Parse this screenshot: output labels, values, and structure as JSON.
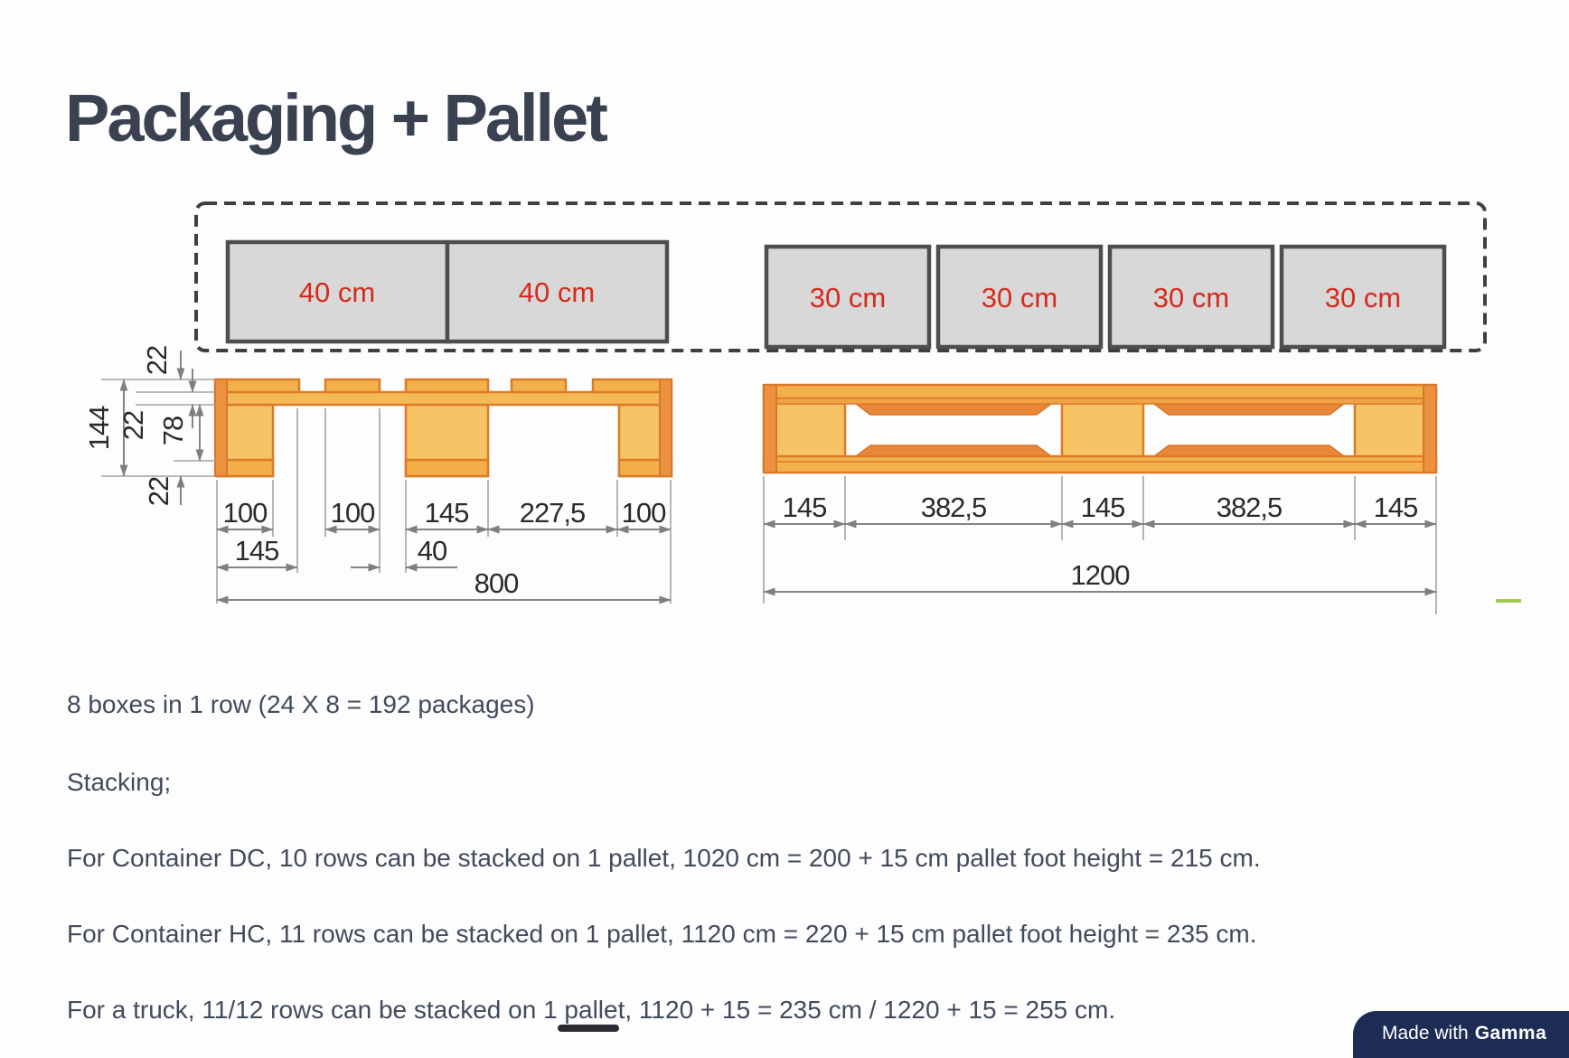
{
  "page": {
    "title": "Packaging + Pallet"
  },
  "figure": {
    "boxes_40": [
      {
        "label": "40 cm"
      },
      {
        "label": "40 cm"
      }
    ],
    "boxes_30": [
      {
        "label": "30 cm"
      },
      {
        "label": "30 cm"
      },
      {
        "label": "30 cm"
      },
      {
        "label": "30 cm"
      }
    ],
    "pallet_800": {
      "vertical_dims": {
        "top_board": "22",
        "overall_height": "144",
        "stringer": "22",
        "block": "78",
        "bottom_board": "22"
      },
      "dims_row1": [
        "100",
        "100",
        "145",
        "227,5",
        "100"
      ],
      "dims_row2": [
        "145",
        "40"
      ],
      "overall_width": "800"
    },
    "pallet_1200": {
      "dims_row1": [
        "145",
        "382,5",
        "145",
        "382,5",
        "145"
      ],
      "overall_width": "1200"
    }
  },
  "notes": [
    "8 boxes in 1 row (24 X 8 = 192 packages)",
    "Stacking;",
    "For Container DC, 10 rows can be stacked on 1 pallet, 1020 cm = 200 + 15 cm pallet foot height = 215 cm.",
    "For Container HC, 11 rows can be stacked on 1 pallet, 1120 cm = 220 + 15 cm pallet foot height = 235 cm.",
    "For a truck, 11/12 rows can be stacked on 1 pallet, 1120 + 15 = 235 cm / 1220 + 15 = 255 cm."
  ],
  "badge": {
    "prefix": "Made with",
    "brand": "Gamma"
  },
  "colors": {
    "title_text": "#3a4252",
    "body_text": "#414b5c",
    "accent_red": "#d62a1c",
    "box_fill": "#d8d8d8",
    "box_border": "#4e4e4e",
    "pallet_fill": "#f3b14c",
    "pallet_block_fill": "#f6c365",
    "pallet_outline": "#db7b28",
    "pallet_end_strip": "#ec9140",
    "badge_navy": "#1d2c55",
    "green_mark": "#a4cc55"
  }
}
